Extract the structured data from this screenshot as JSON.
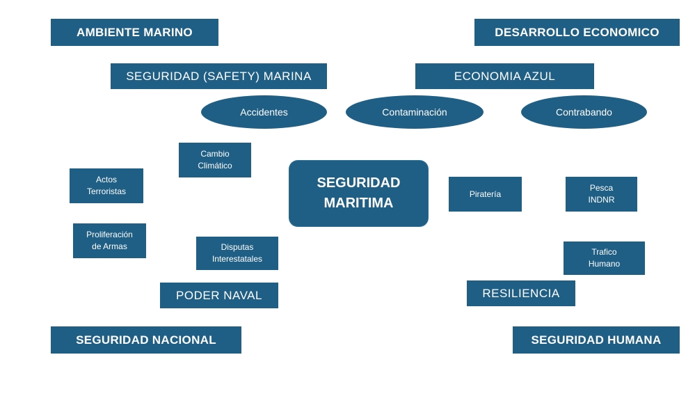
{
  "corners": {
    "ambiente_marino": "AMBIENTE MARINO",
    "desarrollo_economico": "DESARROLLO ECONOMICO",
    "seguridad_nacional": "SEGURIDAD NACIONAL",
    "seguridad_humana": "SEGURIDAD HUMANA"
  },
  "bands": {
    "seguridad_safety_marina": "SEGURIDAD (SAFETY) MARINA",
    "economia_azul": "ECONOMIA AZUL",
    "poder_naval": "PODER NAVAL",
    "resiliencia": "RESILIENCIA"
  },
  "ellipses": {
    "accidentes": "Accidentes",
    "contaminacion": "Contaminación",
    "contrabando": "Contrabando"
  },
  "center": "SEGURIDAD\nMARITIMA",
  "threats": {
    "cambio_climatico": "Cambio\nClimático",
    "actos_terroristas": "Actos\nTerroristas",
    "proliferacion_armas": "Proliferación\nde Armas",
    "disputas_interestatales": "Disputas\nInterestatales",
    "pirateria": "Piratería",
    "pesca_indnr": "Pesca\nINDNR",
    "trafico_humano": "Trafico\nHumano"
  }
}
